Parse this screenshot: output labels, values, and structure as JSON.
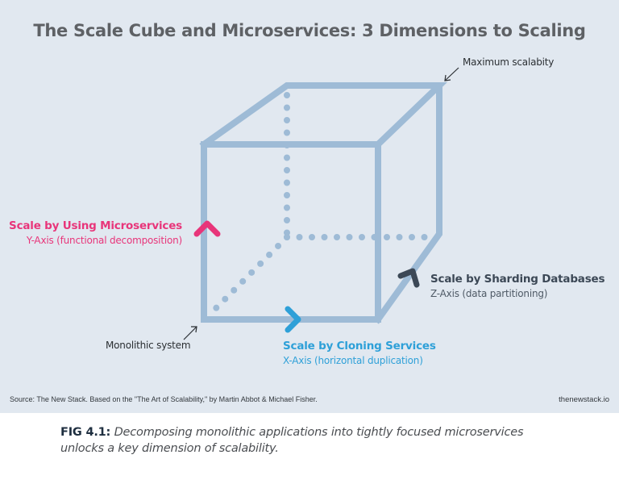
{
  "title": "The Scale Cube and Microservices: 3 Dimensions to Scaling",
  "axes": {
    "y": {
      "title": "Scale by Using Microservices",
      "subtitle": "Y-Axis (functional decomposition)",
      "color": "#e8357a"
    },
    "z": {
      "title": "Scale by Sharding Databases",
      "subtitle": "Z-Axis (data partitioning)",
      "color": "#3c4856"
    },
    "x": {
      "title": "Scale by Cloning Services",
      "subtitle": "X-Axis (horizontal duplication)",
      "color": "#2ea0d8"
    }
  },
  "annotations": {
    "max": "Maximum scalabity",
    "origin": "Monolithic system"
  },
  "source": "Source: The New Stack. Based on the \"The Art of Scalability,\" by Martin Abbot & Michael Fisher.",
  "brand": "thenewstack.io",
  "caption": {
    "label": "FIG 4.1:",
    "text": "Decomposing monolithic applications into tightly focused microservices unlocks a key dimension of scalability."
  },
  "colors": {
    "background": "#e1e8f0",
    "cube": "#9ebbd6",
    "title": "#5e6165"
  }
}
